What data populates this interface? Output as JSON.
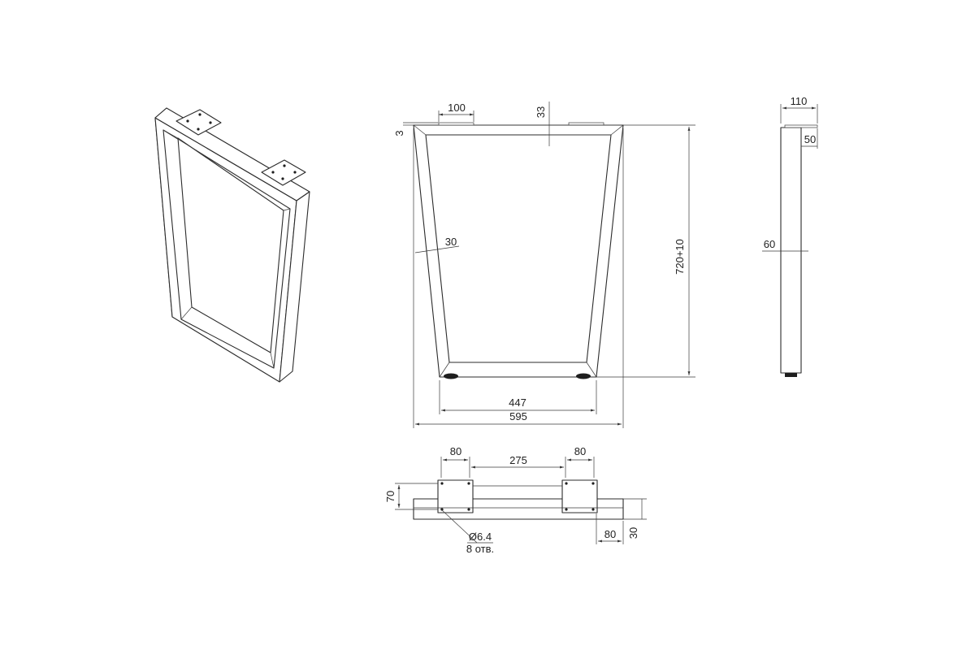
{
  "dimensions": {
    "front": {
      "plate_width": "100",
      "plate_thickness": "3",
      "top_offset": "33",
      "profile_width": "30",
      "height": "720+10",
      "bottom_width": "447",
      "total_width": "595"
    },
    "side": {
      "depth": "110",
      "plate_offset": "50",
      "profile_depth": "60"
    },
    "top": {
      "plate_left_width": "80",
      "plate_spacing": "275",
      "plate_right_width": "80",
      "plate_depth": "70",
      "hole_diameter": "Ø6.4",
      "hole_count": "8 отв.",
      "end_offset": "80",
      "profile_thickness": "30"
    }
  },
  "colors": {
    "line": "#2b2b2b",
    "background": "#ffffff"
  }
}
